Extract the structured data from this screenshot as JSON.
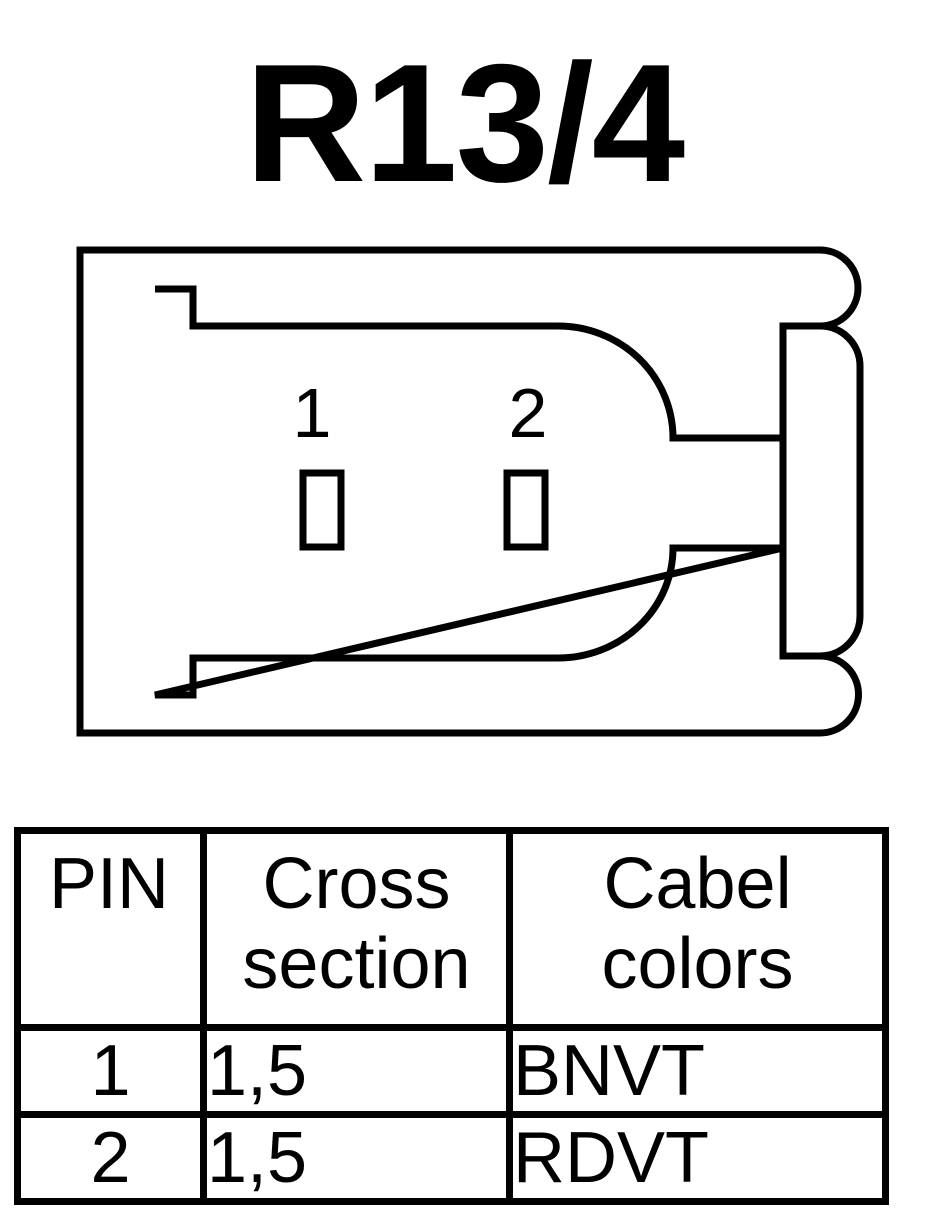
{
  "title": "R13/4",
  "connector": {
    "pin_labels": [
      "1",
      "2"
    ]
  },
  "table": {
    "headers": {
      "pin": "PIN",
      "cross_section": [
        "Cross",
        "section"
      ],
      "colors": [
        "Cabel",
        "colors"
      ]
    },
    "rows": [
      {
        "pin": "1",
        "cross_section": "1,5",
        "color": "BNVT"
      },
      {
        "pin": "2",
        "cross_section": "1,5",
        "color": "RDVT"
      }
    ]
  }
}
